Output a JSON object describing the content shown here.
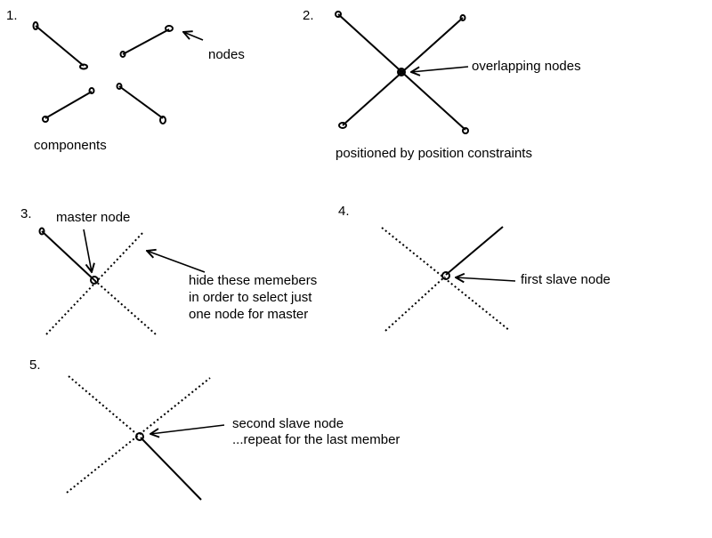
{
  "steps": [
    {
      "number": "1.",
      "labels": {
        "nodes": "nodes",
        "components": "components"
      }
    },
    {
      "number": "2.",
      "labels": {
        "overlap": "overlapping nodes",
        "caption": "positioned by position constraints"
      }
    },
    {
      "number": "3.",
      "labels": {
        "master": "master node",
        "hide_1": "hide these memebers",
        "hide_2": "in order to select just",
        "hide_3": "one node for master"
      }
    },
    {
      "number": "4.",
      "labels": {
        "first_slave": "first slave node"
      }
    },
    {
      "number": "5.",
      "labels": {
        "second_slave": "second slave node",
        "repeat": "...repeat for the last member"
      }
    }
  ]
}
